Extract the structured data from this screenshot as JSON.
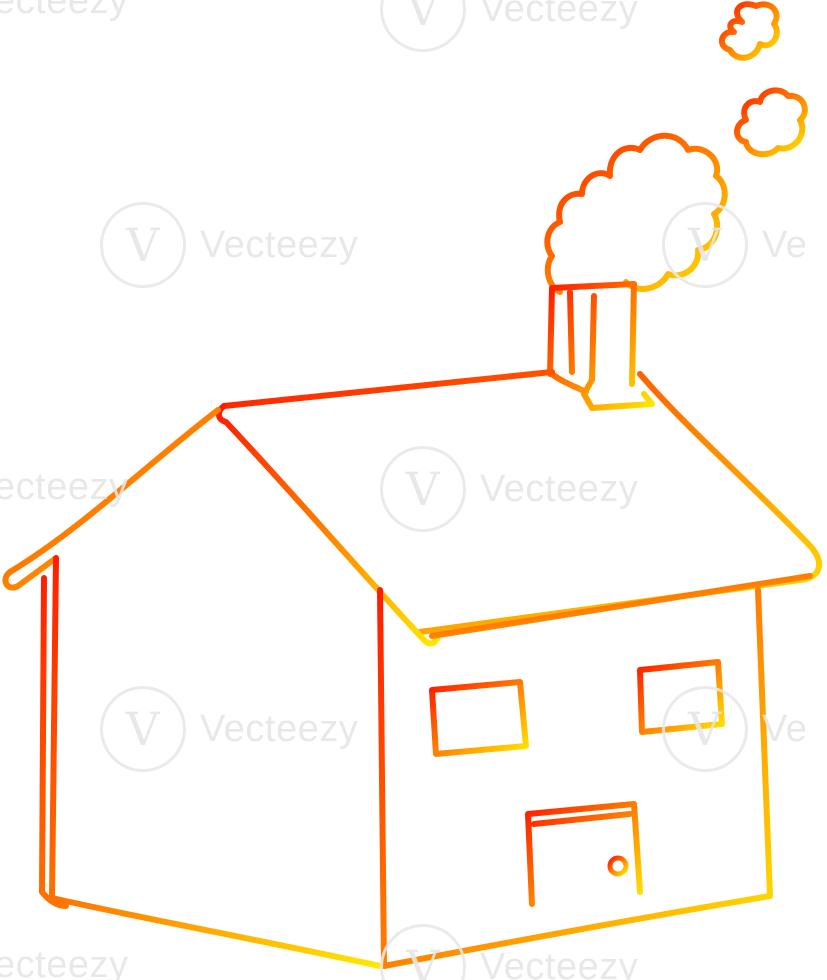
{
  "watermark": {
    "text": "Vecteezy",
    "text_partial_left": "ecteezy",
    "text_partial_right": "Ve",
    "logo_glyph": "V",
    "logo_icon": "vecteezy-logo-icon",
    "color": "#e6e6e6"
  },
  "illustration": {
    "subject": "house-with-smoking-chimney",
    "stroke_gradient": {
      "start": "#ff1a00",
      "mid": "#ff8a00",
      "end": "#ffe800"
    }
  }
}
